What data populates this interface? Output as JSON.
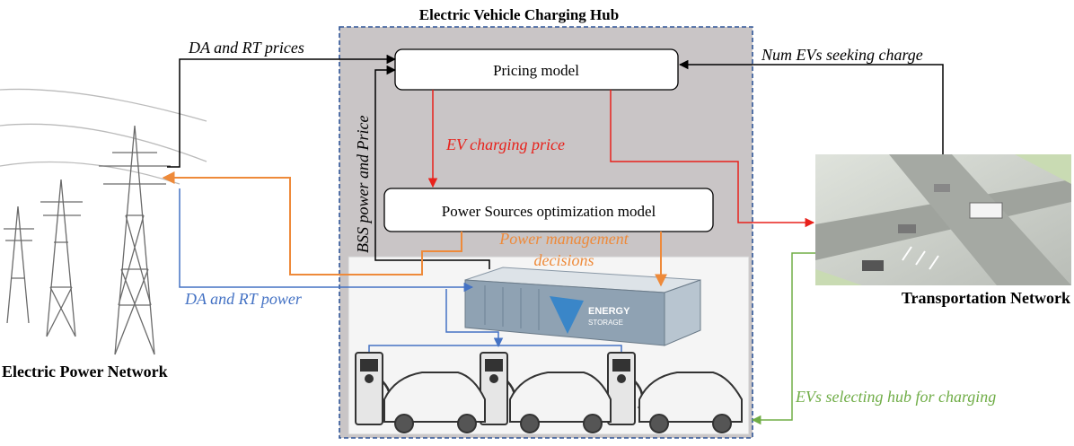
{
  "title": "Electric Vehicle Charging Hub",
  "nodes": {
    "pricing_model": "Pricing model",
    "power_sources_model": "Power Sources optimization model",
    "electric_power_network": "Electric Power Network",
    "transportation_network": "Transportation Network",
    "energy_storage_line1": "ENERGY",
    "energy_storage_line2": "STORAGE"
  },
  "edges": {
    "da_rt_prices": "DA and RT prices",
    "da_rt_power": "DA and RT power",
    "num_evs_seeking": "Num EVs seeking charge",
    "ev_charging_price": "EV charging price",
    "bss_power_price": "BSS power and Price",
    "power_mgmt_line1": "Power management",
    "power_mgmt_line2": "decisions",
    "evs_selecting_hub": "EVs selecting hub for charging"
  },
  "colors": {
    "black": "#000000",
    "red": "#e8211b",
    "orange": "#ee8a3a",
    "blue": "#4472c4",
    "green": "#70ad47",
    "hub_fill": "#c9c5c6",
    "hub_border": "#2f5597"
  }
}
